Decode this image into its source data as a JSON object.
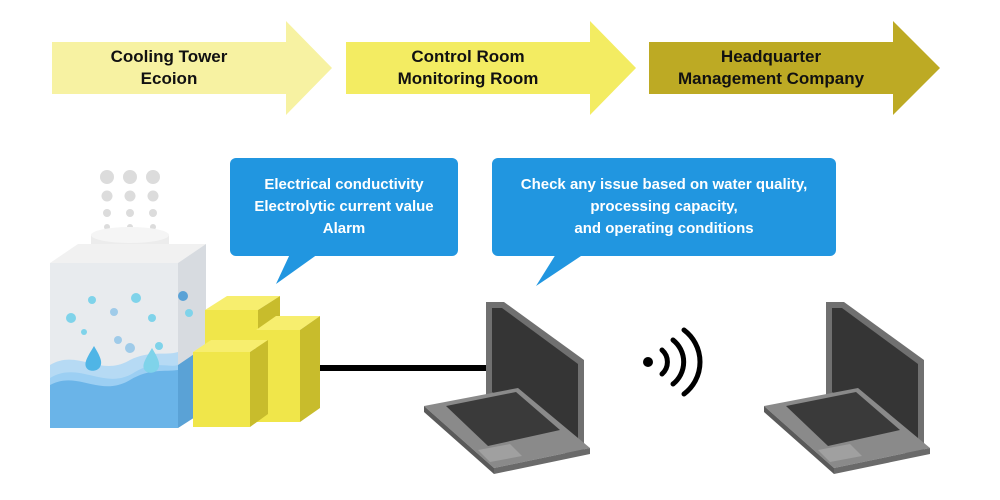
{
  "stages": [
    {
      "line1": "Cooling Tower",
      "line2": "Ecoion",
      "color": "#f7f2a2"
    },
    {
      "line1": "Control Room",
      "line2": "Monitoring Room",
      "color": "#f3ec62"
    },
    {
      "line1": "Headquarter",
      "line2": "Management Company",
      "color": "#bdaa24"
    }
  ],
  "callouts": [
    {
      "line1": "Electrical conductivity",
      "line2": "Electrolytic current value",
      "line3": "Alarm"
    },
    {
      "line1": "Check any issue based on water quality,",
      "line2": "processing capacity,",
      "line3": "and operating conditions"
    }
  ],
  "colors": {
    "callout": "#2196e0",
    "water": "#6ab4e8",
    "device": "#f0e64a",
    "laptop": "#7a7a7a",
    "cable": "#000000"
  },
  "icons": {
    "tower": "cooling-tower-icon",
    "device": "ecoion-device-icon",
    "laptop": "laptop-icon",
    "wireless": "wireless-signal-icon"
  }
}
